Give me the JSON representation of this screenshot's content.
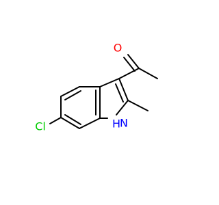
{
  "molecule": {
    "atoms": {
      "oxygen": {
        "label": "O",
        "color": "#ff0000"
      },
      "chlorine": {
        "label": "Cl",
        "color": "#00cc00"
      },
      "nitrogen": {
        "label": "N",
        "color": "#0000ff"
      },
      "hydrogen": {
        "label": "H",
        "color": "#0000ff"
      }
    },
    "bond_color": "#000000"
  }
}
